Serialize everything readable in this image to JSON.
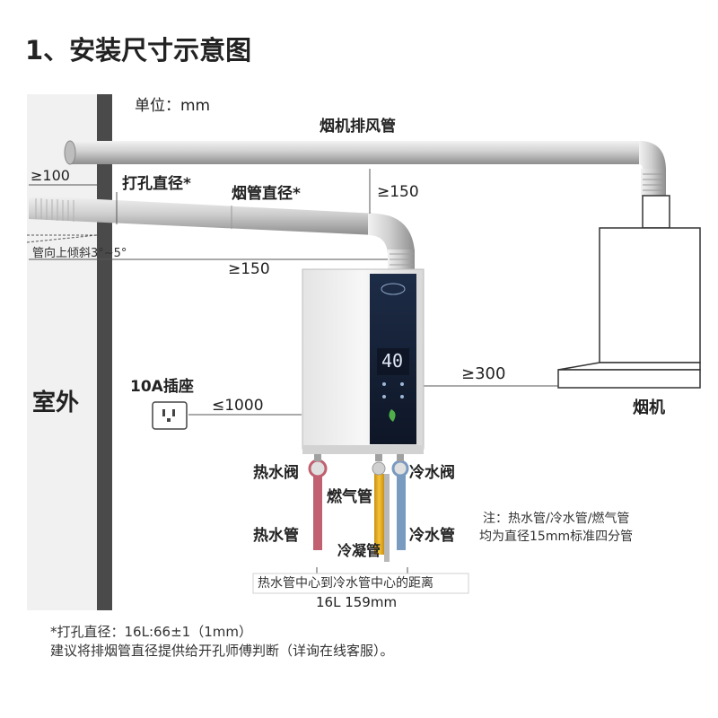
{
  "title": "1、安装尺寸示意图",
  "unit_label": "单位：mm",
  "labels": {
    "exhaust_pipe": "烟机排风管",
    "drill_diameter": "打孔直径*",
    "flue_diameter": "烟管直径*",
    "pipe_tilt": "管向上倾斜3°~5°",
    "outdoor": "室外",
    "socket": "10A插座",
    "range_hood": "烟机",
    "hot_valve": "热水阀",
    "cold_valve": "冷水阀",
    "gas_pipe": "燃气管",
    "hot_pipe": "热水管",
    "cold_pipe": "冷水管",
    "condensate_pipe": "冷凝管"
  },
  "dimensions": {
    "wall_overhang": "≥100",
    "above_gap": "≥150",
    "side_gap": "≥150",
    "hood_gap": "≥300",
    "socket_distance": "≤1000"
  },
  "heater_display": "40",
  "pipe_spacing": {
    "caption": "热水管中心到冷水管中心的距离",
    "value": "16L 159mm"
  },
  "note": {
    "line1": "注：热水管/冷水管/燃气管",
    "line2": "均为直径15mm标准四分管"
  },
  "footnote": {
    "line1": "*打孔直径：16L:66±1（1mm）",
    "line2": "建议将排烟管直径提供给开孔师傅判断（详询在线客服）。"
  },
  "colors": {
    "wall": "#4a4a4a",
    "pipe": "#c8c8c8",
    "heater_panel": "#22324d",
    "hot_pipe": "#c06070",
    "cold_pipe": "#7a9bc0",
    "gas_pipe": "#e8b020"
  }
}
